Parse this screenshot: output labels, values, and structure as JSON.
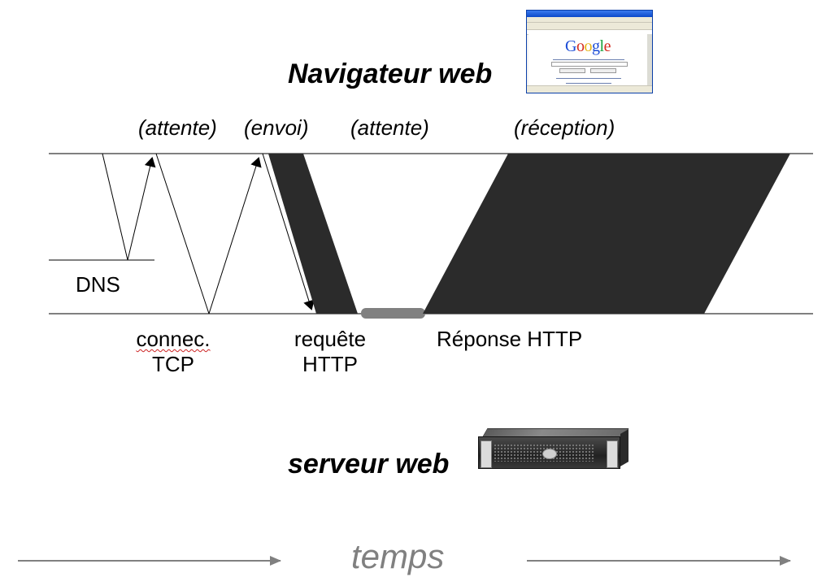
{
  "titles": {
    "client": "Navigateur web",
    "server": "serveur web"
  },
  "phases": {
    "wait_1": "(attente)",
    "send": "(envoi)",
    "wait_2": "(attente)",
    "receive": "(réception)"
  },
  "labels": {
    "dns": "DNS",
    "tcp_line1": "connec.",
    "tcp_line2": "TCP",
    "request_line1": "requête",
    "request_line2": "HTTP",
    "response": "Réponse HTTP"
  },
  "time_axis": {
    "label": "temps"
  },
  "browser_mock": {
    "logo_letters": [
      "G",
      "o",
      "o",
      "g",
      "l",
      "e"
    ],
    "logo_colors": [
      "#1a4bd6",
      "#d42a1e",
      "#e7b416",
      "#1a4bd6",
      "#17a13a",
      "#d42a1e"
    ]
  },
  "colors": {
    "lines": "#000000",
    "dark_band": "#2b2b2b",
    "wait_bar": "#808080",
    "time_arrow": "#808080"
  }
}
